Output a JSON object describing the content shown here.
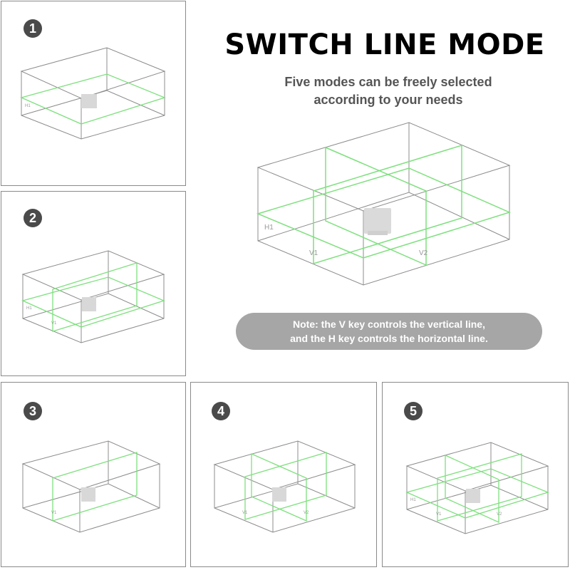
{
  "title": "SWITCH LINE MODE",
  "subtitle_line1": "Five modes can be freely selected",
  "subtitle_line2": "according to your needs",
  "note_line1": "Note: the V key controls the vertical line,",
  "note_line2": "and the H key controls the horizontal line.",
  "modes": [
    {
      "number": "1",
      "labels": [
        "H1"
      ]
    },
    {
      "number": "2",
      "labels": [
        "H1",
        "V1"
      ]
    },
    {
      "number": "3",
      "labels": [
        "V1"
      ]
    },
    {
      "number": "4",
      "labels": [
        "V1",
        "V2"
      ]
    },
    {
      "number": "5",
      "labels": [
        "H1",
        "V1",
        "V2"
      ]
    }
  ],
  "main_diagram_labels": [
    "H1",
    "V1",
    "V2"
  ],
  "colors": {
    "laser_green": "#7ee07e",
    "box_line": "#8c8c8c",
    "badge": "#4a4a4a",
    "note_bg": "#a6a6a6"
  }
}
